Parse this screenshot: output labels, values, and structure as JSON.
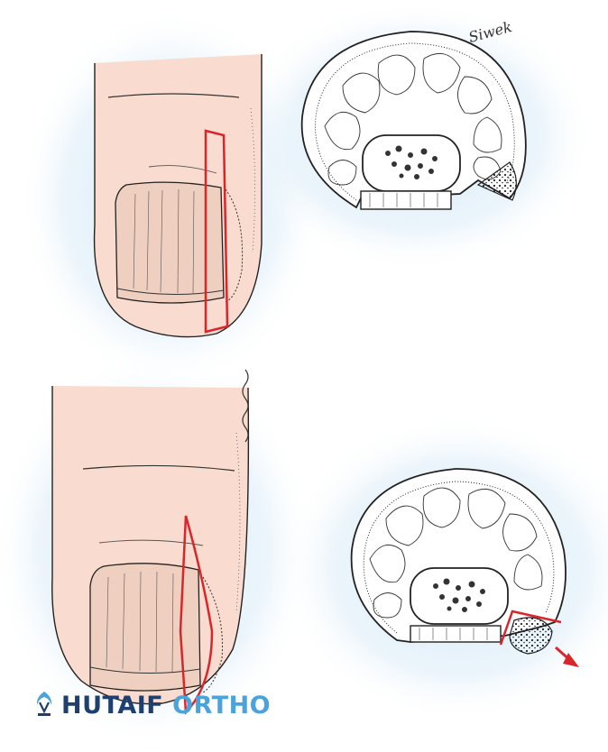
{
  "brand": {
    "name_primary": "HUTAIF",
    "name_secondary": "ORTHO",
    "logo_text": "HUTAIF",
    "logo_subtext": "ORTHO"
  },
  "signature": "Siwek",
  "colors": {
    "skin": "#f9dccf",
    "glow": "#cfe6f6",
    "incision": "#d9262b",
    "ink": "#222222",
    "brand_dark": "#1f3f6e",
    "brand_light": "#4aa3dc"
  },
  "icons": {
    "arrow": "removal-arrow-icon",
    "logo": "brand-logo-icon"
  }
}
